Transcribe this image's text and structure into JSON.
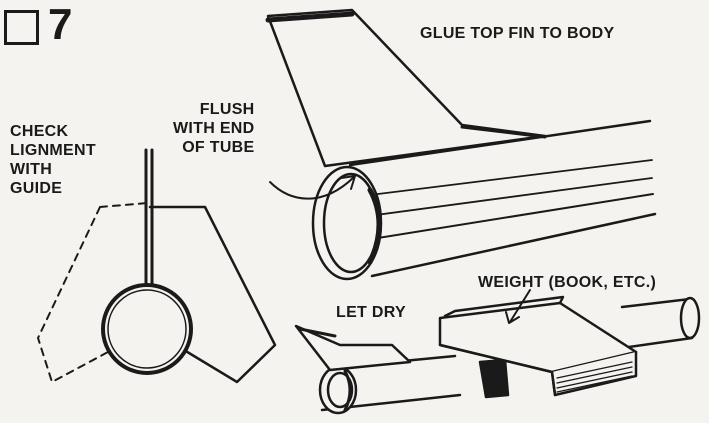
{
  "step": {
    "number": "7"
  },
  "labels": {
    "glue_top_fin": "GLUE TOP FIN TO BODY",
    "flush": "FLUSH\nWITH END\nOF TUBE",
    "check_alignment": "CHECK\nLIGNMENT\nWITH\nGUIDE",
    "weight": "WEIGHT (BOOK, ETC.)",
    "let_dry": "LET DRY"
  },
  "colors": {
    "ink": "#1a1a1a",
    "paper": "#f4f3ef"
  },
  "illustrations": [
    "step-checkbox",
    "top-fin-on-body-tube",
    "alignment-guide",
    "weighted-book-on-tube"
  ]
}
